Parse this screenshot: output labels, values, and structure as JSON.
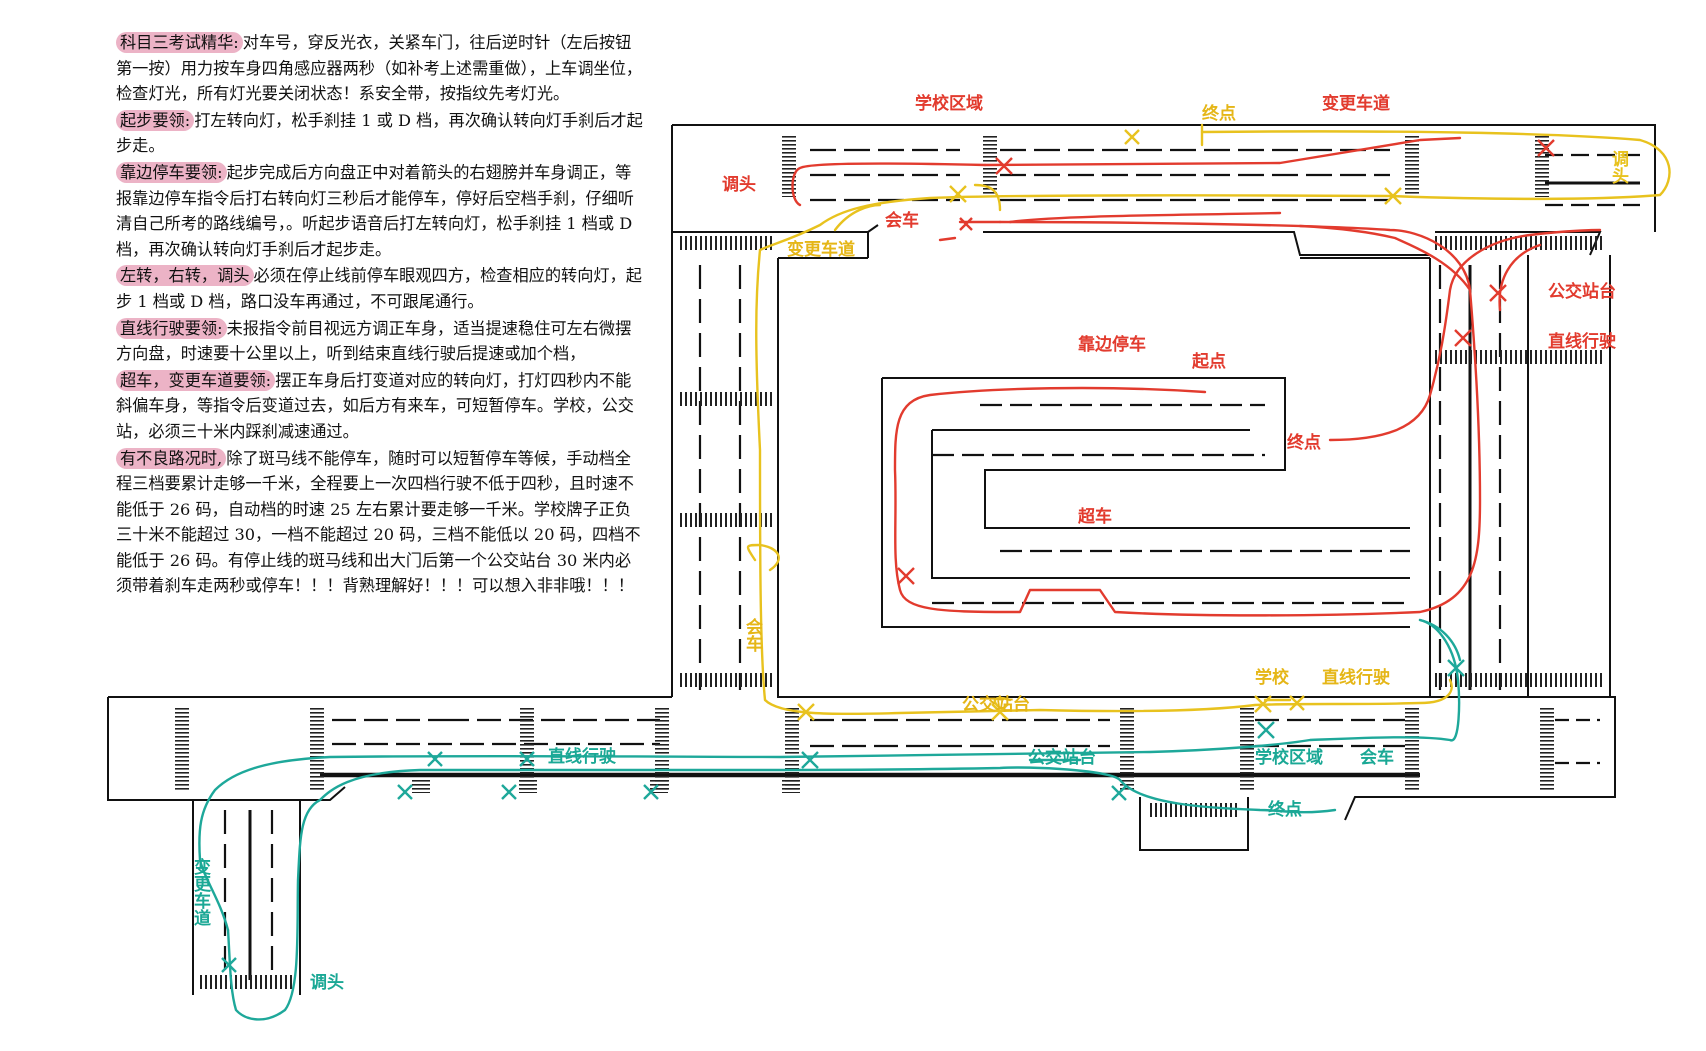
{
  "notes": [
    {
      "key": "科目三考试精华:",
      "text": "对车号，穿反光衣，关紧车门，往后逆时针（左后按钮第一按）用力按车身四角感应器两秒（如补考上述需重做），上车调坐位，检查灯光，所有灯光要关闭状态！系安全带，按指纹先考灯光。"
    },
    {
      "key": "起步要领:",
      "text": "打左转向灯，松手刹挂 1 或 D 档，再次确认转向灯手刹后才起步走。"
    },
    {
      "key": "靠边停车要领:",
      "text": "起步完成后方向盘正中对着箭头的右翅膀并车身调正，等报靠边停车指令后打右转向灯三秒后才能停车，停好后空档手刹，仔细听清自己所考的路线编号，。听起步语音后打左转向灯，松手刹挂 1 档或 D 档，再次确认转向灯手刹后才起步走。"
    },
    {
      "key": "左转，右转，调头",
      "text": "必须在停止线前停车眼观四方，检查相应的转向灯，起步 1 档或 D 档，路口没车再通过，不可跟尾通行。"
    },
    {
      "key": "直线行驶要领:",
      "text": "未报指令前目视远方调正车身，适当提速稳住可左右微摆方向盘，时速要十公里以上，听到结束直线行驶后提速或加个档，"
    },
    {
      "key": "超车，变更车道要领:",
      "text": "摆正车身后打变道对应的转向灯，打灯四秒内不能斜偏车身，等指令后变道过去，如后方有来车，可短暂停车。学校，公交站，必须三十米内踩刹减速通过。"
    },
    {
      "key": "有不良路况时,",
      "text": "除了斑马线不能停车，随时可以短暂停车等候，手动档全程三档要累计走够一千米，全程要上一次四档行驶不低于四秒，且时速不能低于 26 码，自动档的时速 25 左右累计要走够一千米。学校牌子正负三十米不能超过 30，一档不能超过 20 码，三档不能低以 20 码，四档不能低于 26 码。有停止线的斑马线和出大门后第一个公交站台 30 米内必须带着刹车走两秒或停车！！！背熟理解好！！！可以想入非非哦！！！"
    }
  ],
  "map_labels": {
    "red": [
      "学校区域",
      "变更车道",
      "调头",
      "调头",
      "公交站台",
      "直线行驶",
      "靠边停车",
      "起点",
      "终点",
      "超车"
    ],
    "yellow": [
      "终点",
      "会车",
      "变更车道",
      "会车",
      "公交站台",
      "学校",
      "直线行驶"
    ],
    "teal": [
      "直线行驶",
      "公交站台",
      "学校区域",
      "会车",
      "终点",
      "变更车道",
      "调头"
    ]
  },
  "colors": {
    "red_route": "#e23b2e",
    "yellow_route": "#e8c21e",
    "teal_route": "#1ea89a",
    "highlight": "#ecb3c6",
    "road_line": "#111111"
  }
}
